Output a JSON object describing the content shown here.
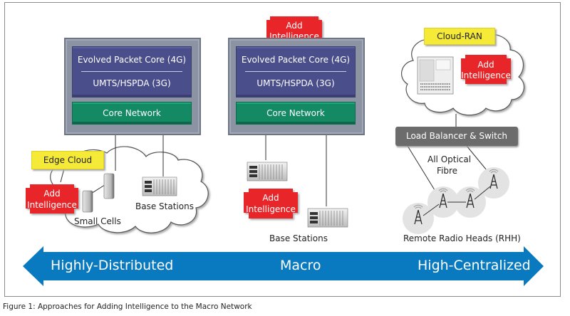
{
  "figure": {
    "caption": "Figure 1: Approaches for Adding Intelligence to the Macro Network",
    "colors": {
      "add_intelligence_red": "#e8262b",
      "core_blue": "#4a4f8c",
      "core_green": "#138a63",
      "tag_yellow": "#f6ea38",
      "arrow_blue": "#0a7ac0",
      "load_balancer_gray": "#6c6c6c"
    }
  },
  "add_intelligence": {
    "line1": "Add",
    "line2": "Intelligence"
  },
  "left_panel": {
    "core": {
      "epc": "Evolved Packet Core (4G)",
      "umts": "UMTS/HSPDA (3G)",
      "core_network": "Core Network"
    },
    "edge_cloud_tag": "Edge Cloud",
    "small_cells_label": "Small Cells",
    "base_stations_label": "Base Stations"
  },
  "middle_panel": {
    "core": {
      "epc": "Evolved Packet Core (4G)",
      "umts": "UMTS/HSPDA (3G)",
      "core_network": "Core Network"
    },
    "base_stations_label": "Base Stations"
  },
  "right_panel": {
    "cloud_ran_tag": "Cloud-RAN",
    "load_balancer": "Load Balancer & Switch",
    "fibre_label_line1": "All Optical",
    "fibre_label_line2": "Fibre",
    "rrh_label": "Remote Radio Heads (RHH)"
  },
  "spectrum_arrow": {
    "left": "Highly-Distributed",
    "middle": "Macro",
    "right": "High-Centralized"
  }
}
